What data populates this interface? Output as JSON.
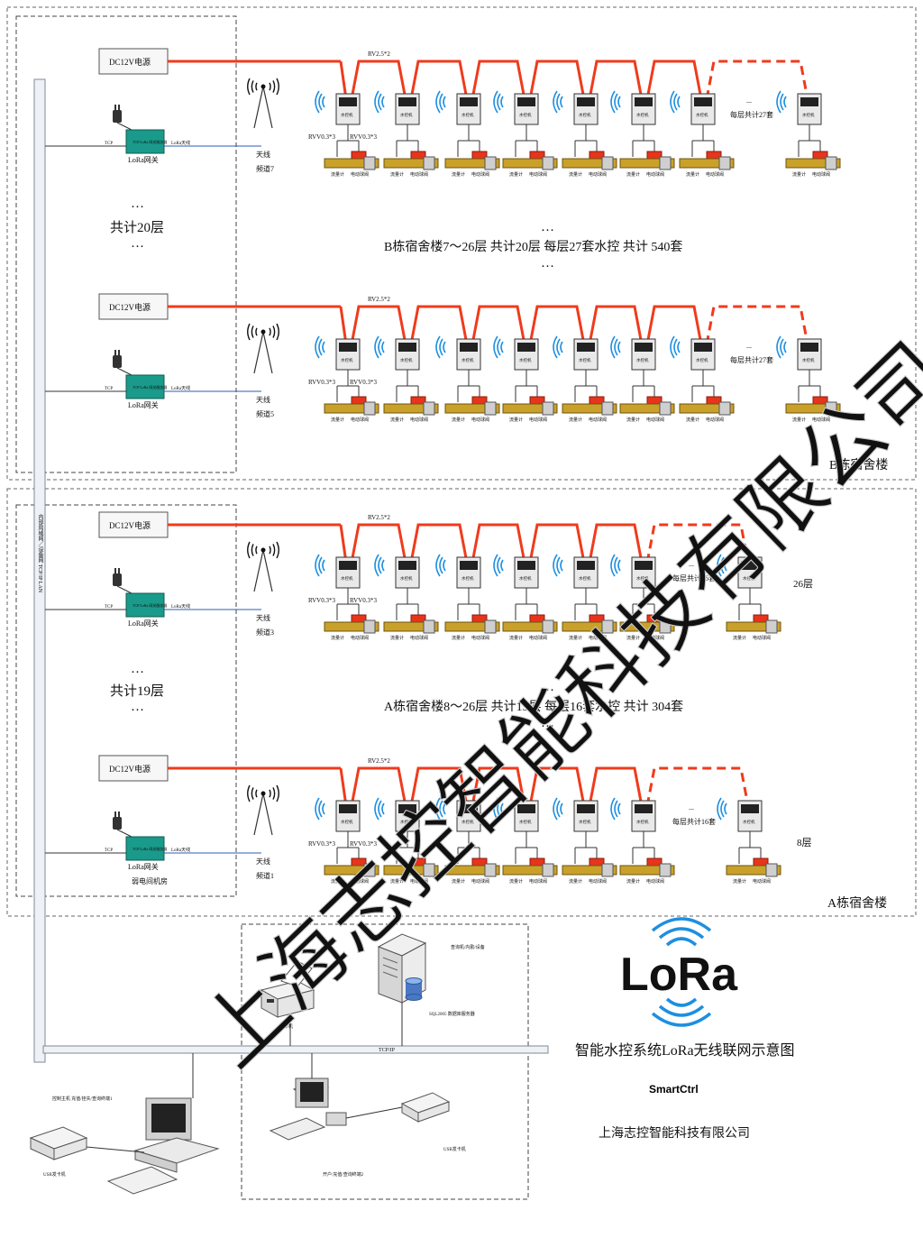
{
  "colors": {
    "power_line": "#ef3b1c",
    "wifi": "#1d8fe0",
    "gateway": "#1a9a8a",
    "valve": "#e8341c",
    "meter": "#c9a12a",
    "lora_blue": "#1d8fe0"
  },
  "legend": {
    "power": "DC12V电源",
    "gateway": "LoRa网关",
    "gateway_box": "TCP/LoRa 网关服务器",
    "tcp": "TCP",
    "antenna_label": "LoRa天线",
    "antenna": "天线",
    "cable_main": "RV2.5*2",
    "cable_sig_a": "RVV0.3*3",
    "cable_sig_b": "RVV0.3*3",
    "controller": "水控机",
    "flowmeter": "流量计",
    "valve": "电动球阀",
    "ellipsis": "...",
    "ellipsis_big": "…"
  },
  "building_b": {
    "name": "B栋宿舍楼",
    "total": "共计20层",
    "summary": "B栋宿舍楼7～26层 共计20层 每层27套水控 共计 540套",
    "per_floor": "每层共计27套",
    "channel_top": "频道7",
    "channel_bottom": "频道5"
  },
  "building_a": {
    "name": "A栋宿舍楼",
    "total": "共计19层",
    "summary": "A栋宿舍楼8～26层 共计19层 每层16套水控 共计 304套",
    "per_floor": "每层共计16套",
    "channel_top": "频道3",
    "channel_bottom": "频道1",
    "floor_top": "26层",
    "floor_bottom": "8层",
    "room": "弱电间机房"
  },
  "network": {
    "lan_vertical": "内部局域网／设备网 TCP/IP LAN",
    "lan_bus": "TCP/IP",
    "server_note": "查询机/内勤/设备",
    "server": "SQL2005 数据库服务器",
    "printer": "打印机",
    "pc_main": "控制主机 充值/挂失/查询终端1",
    "pc_second": "开户/充值/查询终端2",
    "usb_left": "USB发卡机",
    "usb_right": "USB发卡机"
  },
  "branding": {
    "lora_logo": "LoRa",
    "title": "智能水控系统LoRa无线联网示意图",
    "smartctrl": "SmartCtrl",
    "company": "上海志控智能科技有限公司",
    "watermark": "上海志控智能科技有限公司"
  }
}
